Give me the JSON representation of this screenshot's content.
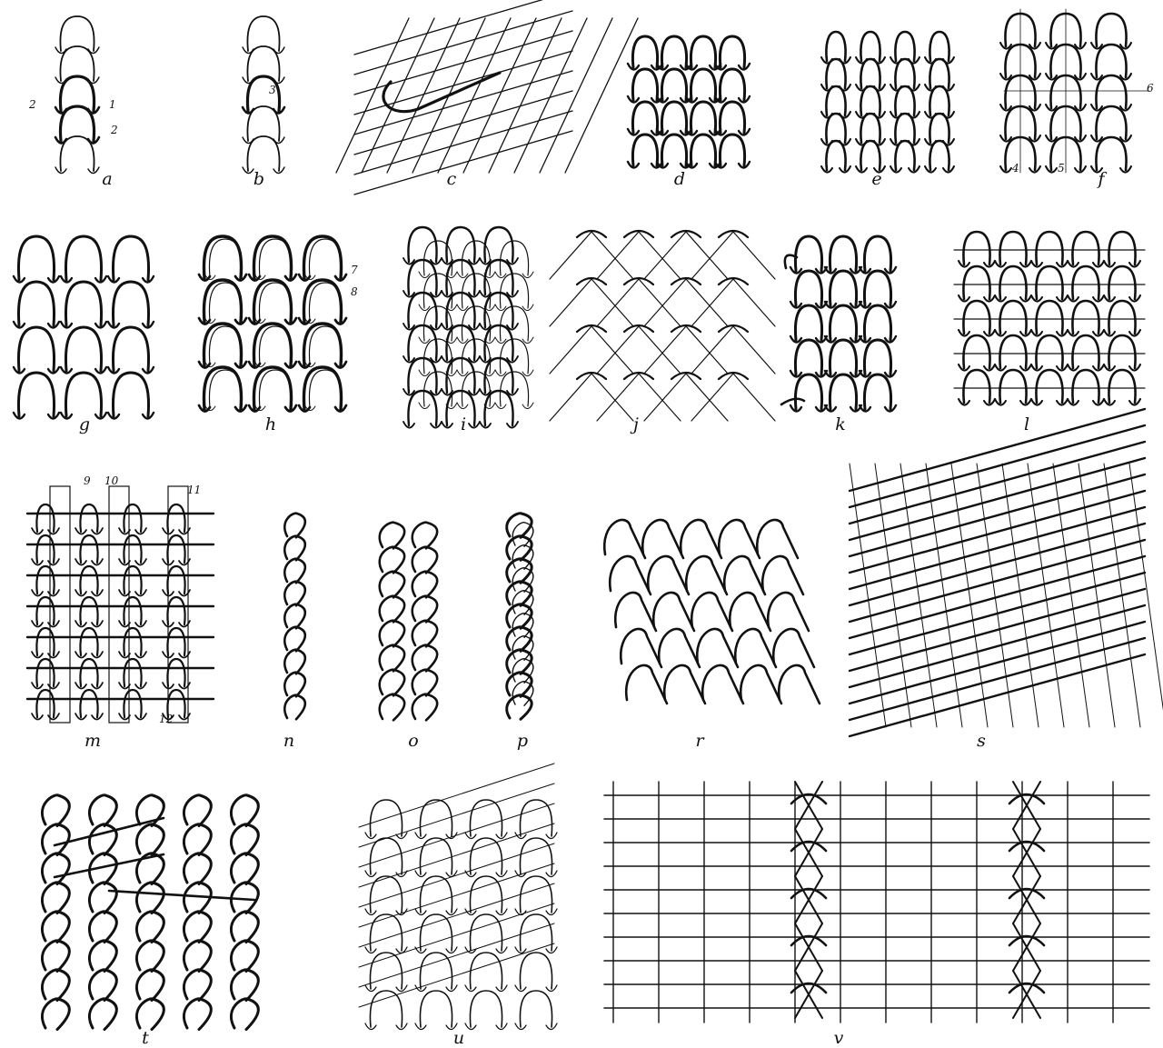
{
  "figure": {
    "panels": [
      {
        "id": "a",
        "caption": "a",
        "structure": "single-wale-loops",
        "numbers": [
          "2",
          "1",
          "2"
        ]
      },
      {
        "id": "b",
        "caption": "b",
        "structure": "single-wale-loops",
        "numbers": [
          "3"
        ]
      },
      {
        "id": "c",
        "caption": "c",
        "structure": "diagonal-lattice",
        "numbers": []
      },
      {
        "id": "d",
        "caption": "d",
        "structure": "plain-loops",
        "numbers": []
      },
      {
        "id": "e",
        "caption": "e",
        "structure": "rib-loops",
        "numbers": []
      },
      {
        "id": "f",
        "caption": "f",
        "structure": "loops-with-axes",
        "numbers": [
          "6",
          "4",
          "5"
        ]
      },
      {
        "id": "g",
        "caption": "g",
        "structure": "plain-loops",
        "numbers": []
      },
      {
        "id": "h",
        "caption": "h",
        "structure": "double-loops",
        "numbers": [
          "7",
          "8"
        ]
      },
      {
        "id": "i",
        "caption": "i",
        "structure": "overlapping-loops",
        "numbers": []
      },
      {
        "id": "j",
        "caption": "j",
        "structure": "net-mesh",
        "numbers": []
      },
      {
        "id": "k",
        "caption": "k",
        "structure": "loops-with-arrows",
        "numbers": []
      },
      {
        "id": "l",
        "caption": "l",
        "structure": "plain-loops",
        "numbers": []
      },
      {
        "id": "m",
        "caption": "m",
        "structure": "grid-with-loops",
        "numbers": [
          "9",
          "10",
          "11",
          "12"
        ]
      },
      {
        "id": "n",
        "caption": "n",
        "structure": "single-chain",
        "numbers": []
      },
      {
        "id": "o",
        "caption": "o",
        "structure": "double-chain",
        "numbers": []
      },
      {
        "id": "p",
        "caption": "p",
        "structure": "twisted-chain",
        "numbers": []
      },
      {
        "id": "r",
        "caption": "r",
        "structure": "diagonal-loops-with-arrows",
        "numbers": []
      },
      {
        "id": "s",
        "caption": "s",
        "structure": "diagonal-dense",
        "numbers": []
      },
      {
        "id": "t",
        "caption": "t",
        "structure": "chains-with-bars",
        "numbers": []
      },
      {
        "id": "u",
        "caption": "u",
        "structure": "slanted-loops",
        "numbers": []
      },
      {
        "id": "v",
        "caption": "v",
        "structure": "grid-with-braids",
        "numbers": []
      }
    ]
  },
  "colors": {
    "ink": "#111111",
    "paper": "#ffffff"
  }
}
